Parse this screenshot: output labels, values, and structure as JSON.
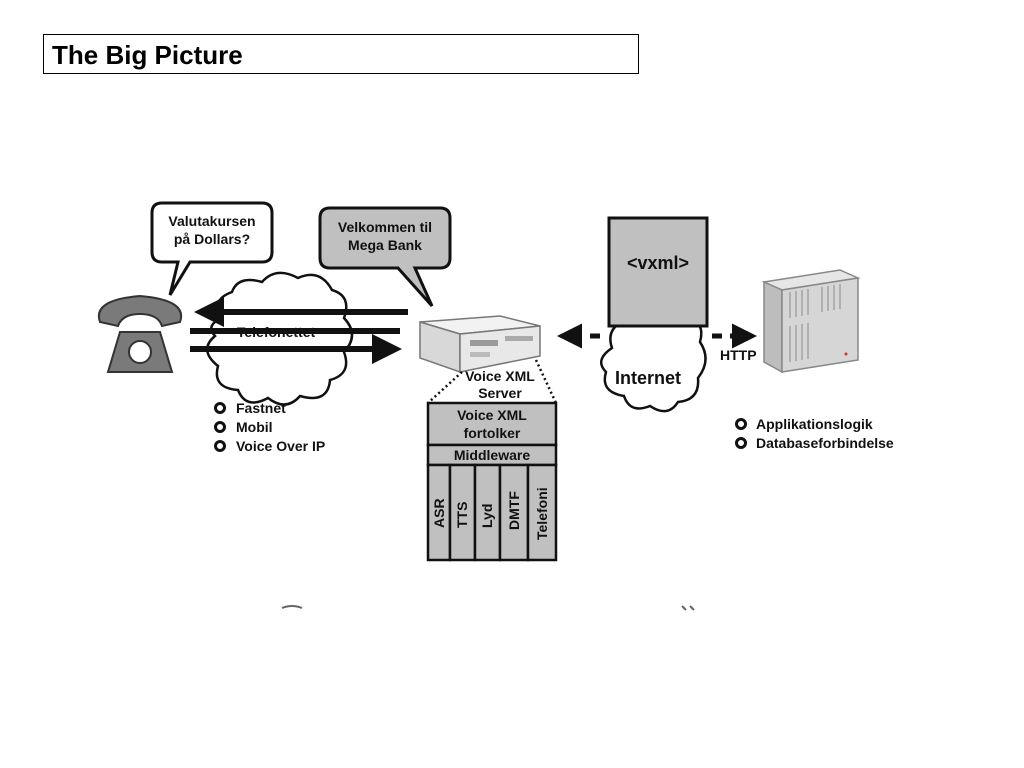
{
  "slide": {
    "title": "The Big Picture"
  },
  "diagram": {
    "caller_bubble": [
      "Valutakursen",
      "på Dollars?"
    ],
    "server_bubble": [
      "Velkommen til",
      "Mega Bank"
    ],
    "phone_network": "Telefonettet",
    "network_types": [
      "Fastnet",
      "Mobil",
      "Voice Over IP"
    ],
    "server_label": [
      "Voice XML",
      "Server"
    ],
    "stack": {
      "interpreter": [
        "Voice XML",
        "fortolker"
      ],
      "middleware": "Middleware",
      "modules": [
        "ASR",
        "TTS",
        "Lyd",
        "DMTF",
        "Telefoni"
      ]
    },
    "document": "<vxml>",
    "internet": "Internet",
    "protocol": "HTTP",
    "backend_features": [
      "Applikationslogik",
      "Databaseforbindelse"
    ]
  },
  "colors": {
    "fill_gray": "#c0c0c0",
    "stroke": "#1a1a1a"
  }
}
